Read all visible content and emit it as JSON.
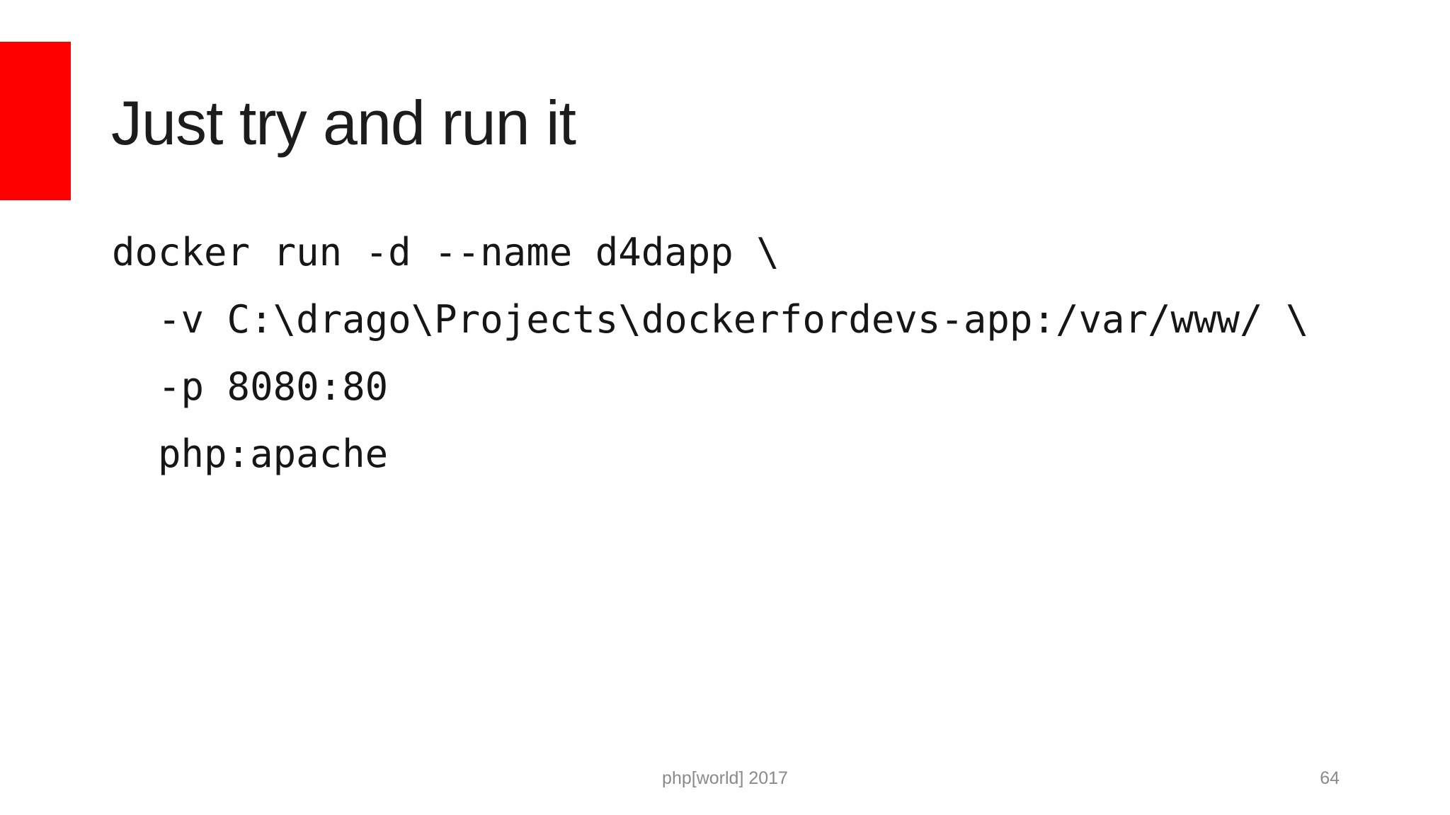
{
  "slide": {
    "title": "Just try and run it",
    "accent_color": "#fe0000",
    "text_color": "#1c1c1c",
    "footer_text_color": "#8a8a8a",
    "code": {
      "lines": [
        "docker run -d --name d4dapp \\",
        "  -v C:\\drago\\Projects\\dockerfordevs-app:/var/www/ \\",
        "  -p 8080:80",
        "  php:apache"
      ]
    },
    "footer": {
      "conference": "php[world] 2017",
      "page_number": "64"
    }
  }
}
